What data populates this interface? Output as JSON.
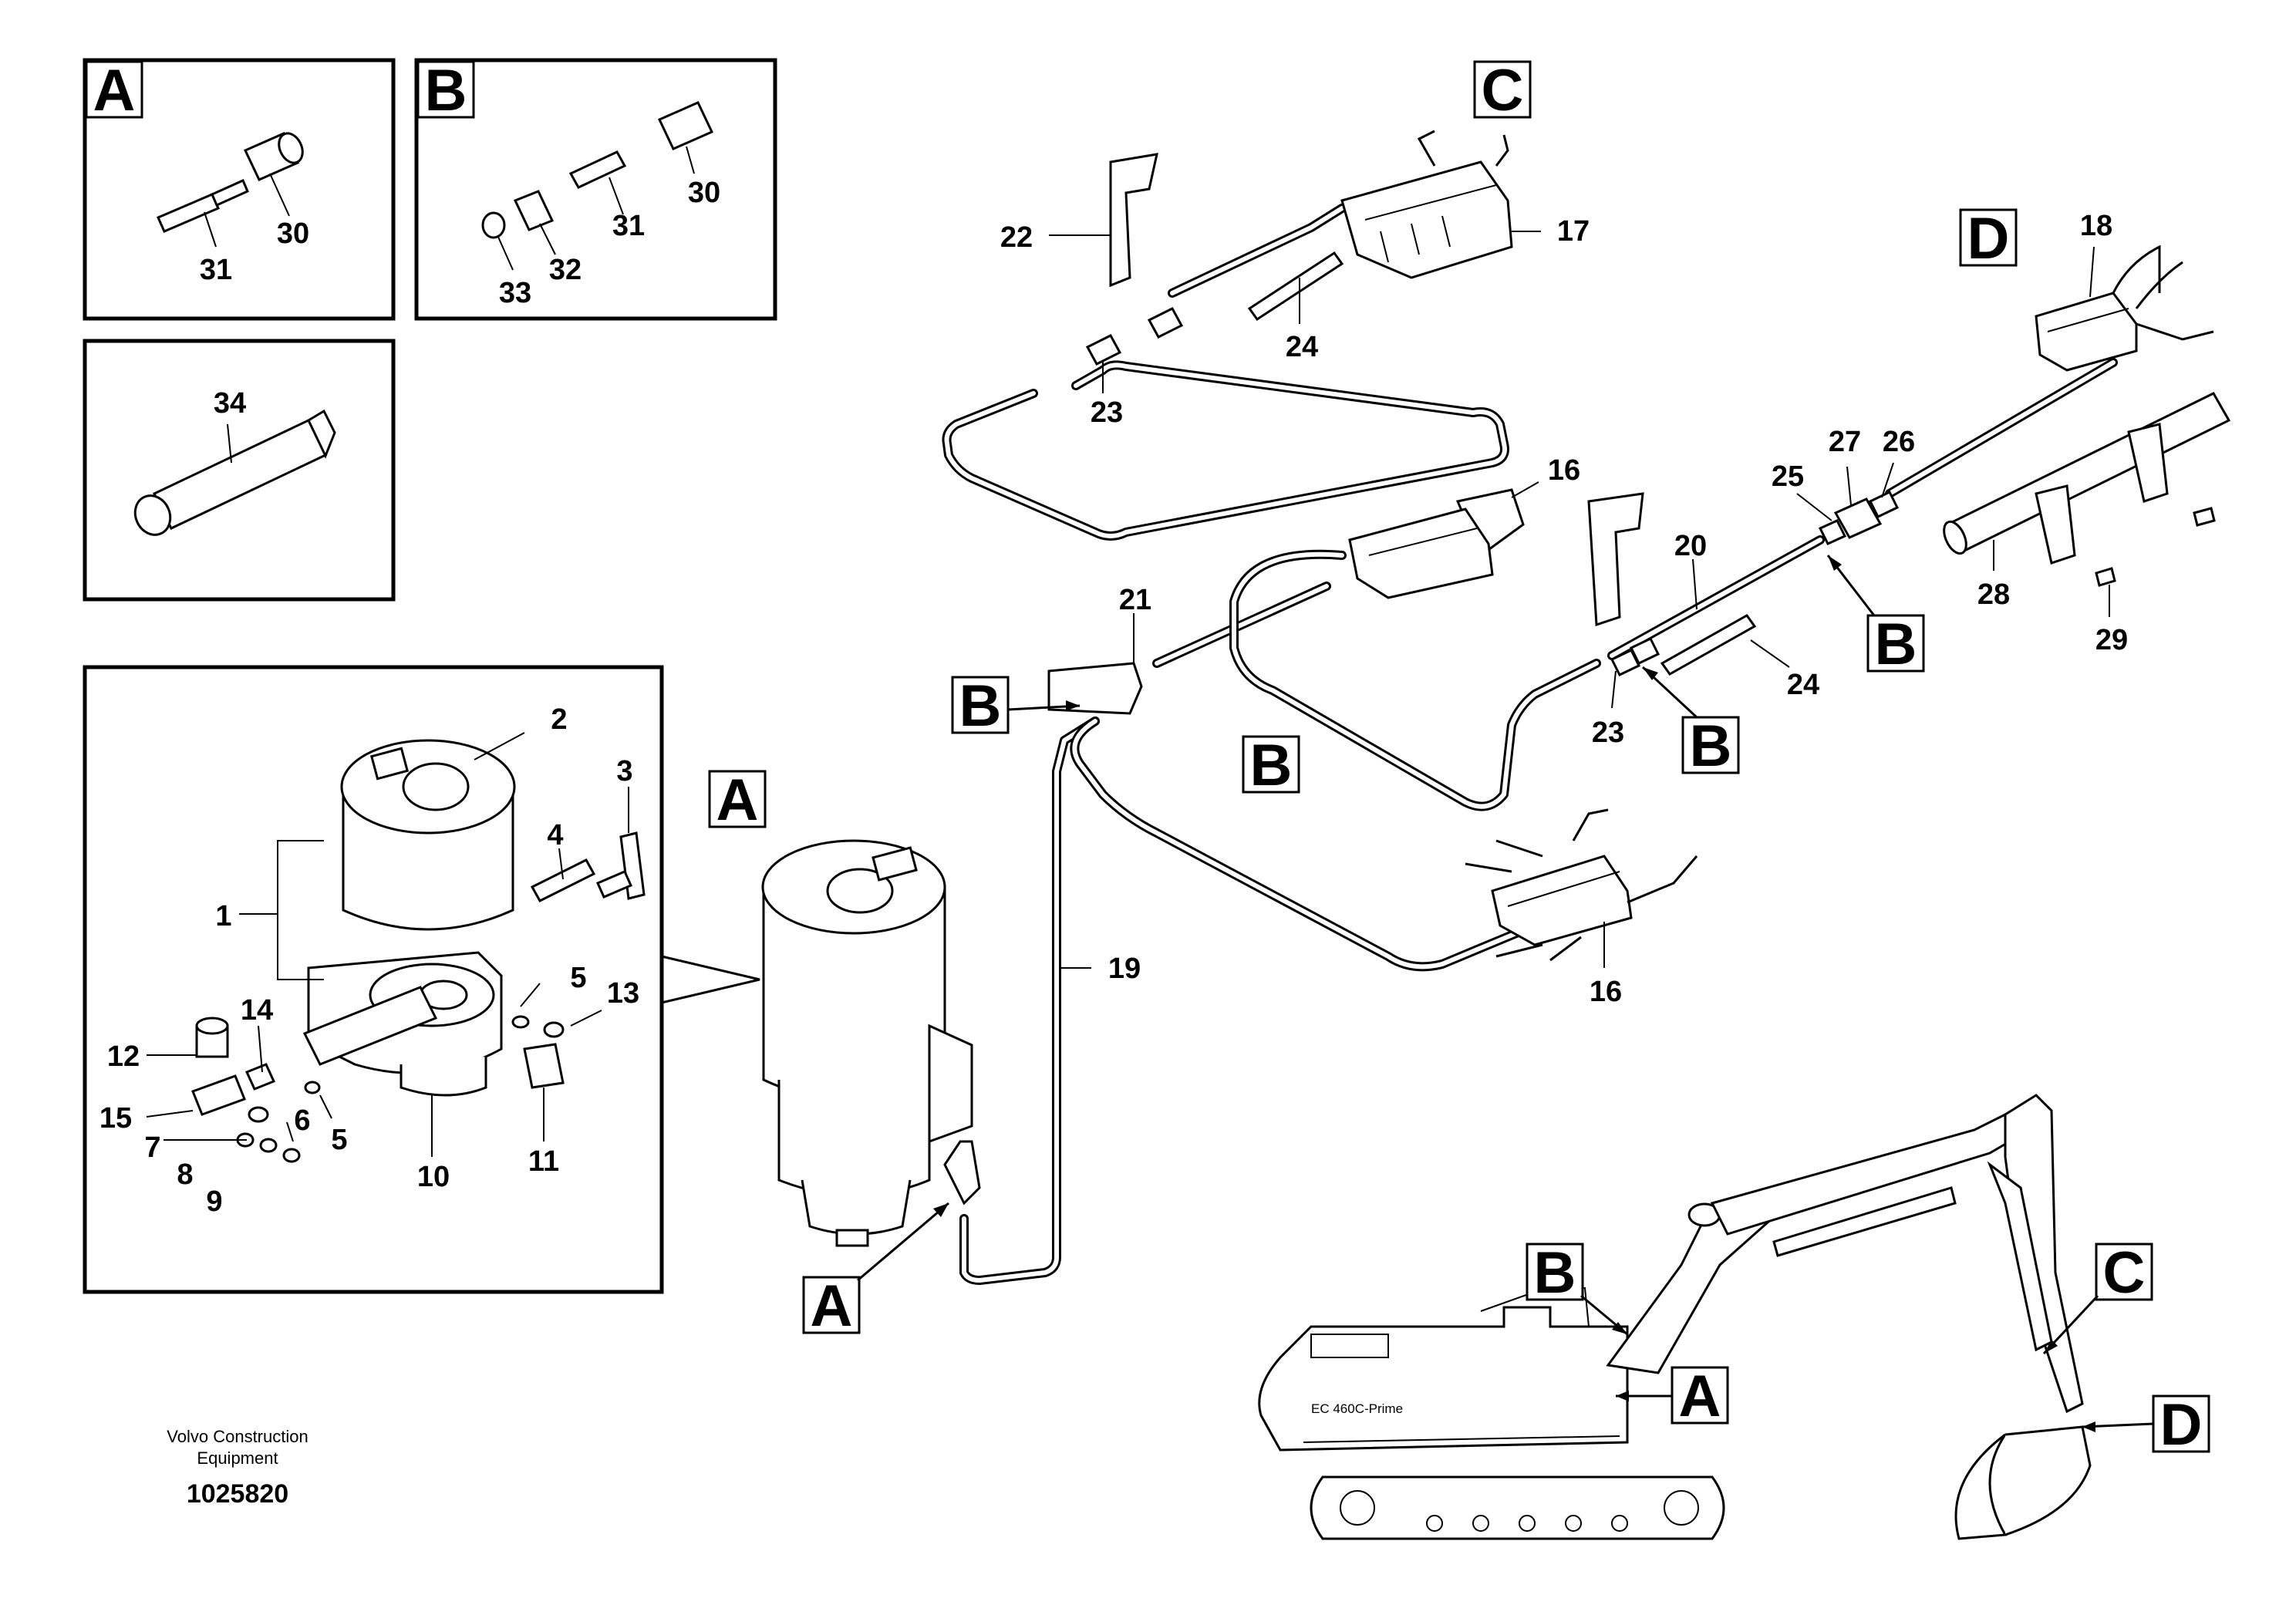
{
  "inset_labels": {
    "a": "A",
    "b": "B",
    "c": "C",
    "d": "D"
  },
  "callouts": {
    "p1": "1",
    "p2": "2",
    "p3": "3",
    "p4": "4",
    "p5a": "5",
    "p5b": "5",
    "p6": "6",
    "p7": "7",
    "p8": "8",
    "p9": "9",
    "p10": "10",
    "p11": "11",
    "p12": "12",
    "p13": "13",
    "p14": "14",
    "p15": "15",
    "p16a": "16",
    "p16b": "16",
    "p17": "17",
    "p18": "18",
    "p19": "19",
    "p20": "20",
    "p21": "21",
    "p22": "22",
    "p23a": "23",
    "p23b": "23",
    "p24a": "24",
    "p24b": "24",
    "p25": "25",
    "p26": "26",
    "p27": "27",
    "p28": "28",
    "p29": "29",
    "p30a": "30",
    "p30b": "30",
    "p31a": "31",
    "p31b": "31",
    "p32": "32",
    "p33": "33",
    "p34": "34"
  },
  "footer": {
    "company_line1": "Volvo Construction",
    "company_line2": "Equipment",
    "part_number": "1025820"
  },
  "machine": {
    "model": "EC 460C-Prime"
  }
}
